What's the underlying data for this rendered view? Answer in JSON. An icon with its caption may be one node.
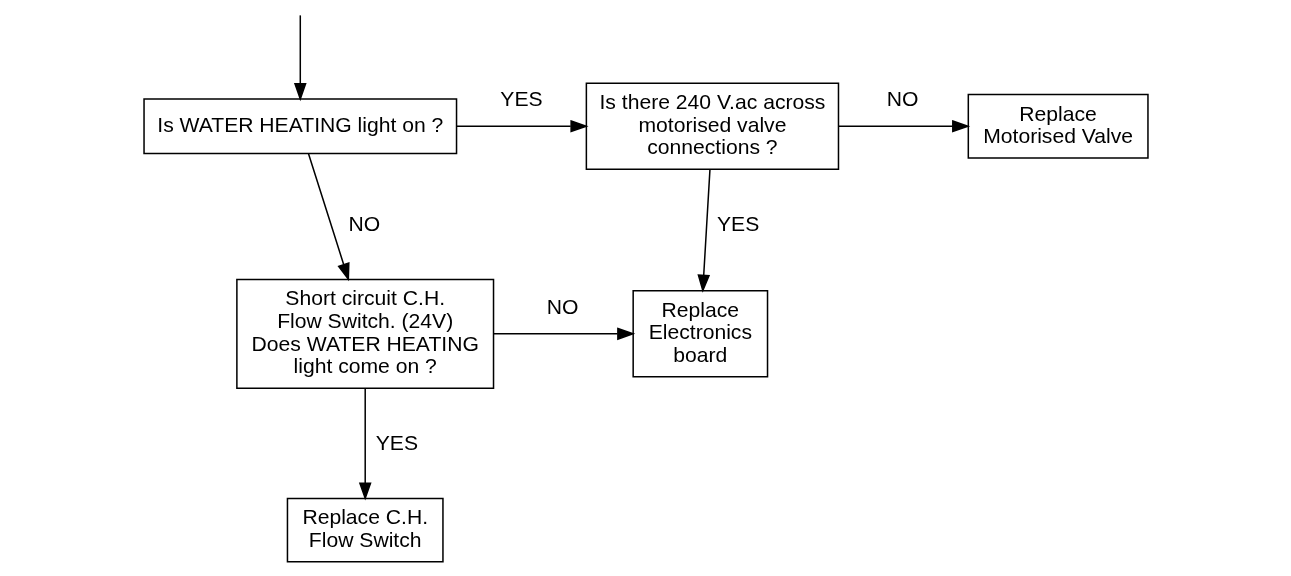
{
  "diagram": {
    "nodes": [
      {
        "text": [
          "Is WATER HEATING light on ?"
        ]
      },
      {
        "text": [
          "Is there 240 V.ac across motorised valve connections ?"
        ]
      },
      {
        "text": [
          "Replace Motorised Valve"
        ]
      },
      {
        "text": [
          "Short circuit C.H. Flow Switch. (24V) Does WATER HEATING light come on ?"
        ]
      },
      {
        "text": [
          "Replace Electronics board"
        ]
      },
      {
        "text": [
          "Replace C.H. Flow Switch"
        ]
      }
    ],
    "edges": [
      {
        "from": null,
        "to": 0,
        "arrow": "to"
      },
      {
        "from": 0,
        "to": 1,
        "arrow": "to",
        "label": "YES"
      },
      {
        "from": 0,
        "to": 3,
        "arrow": "to",
        "label": "NO"
      },
      {
        "from": 1,
        "to": 2,
        "arrow": "to",
        "label": "NO"
      },
      {
        "from": 1,
        "to": 4,
        "arrow": "to",
        "label": "YES"
      },
      {
        "from": 3,
        "to": 4,
        "arrow": "to",
        "label": "NO"
      },
      {
        "from": 3,
        "to": 5,
        "arrow": "to",
        "label": "YES"
      }
    ]
  }
}
